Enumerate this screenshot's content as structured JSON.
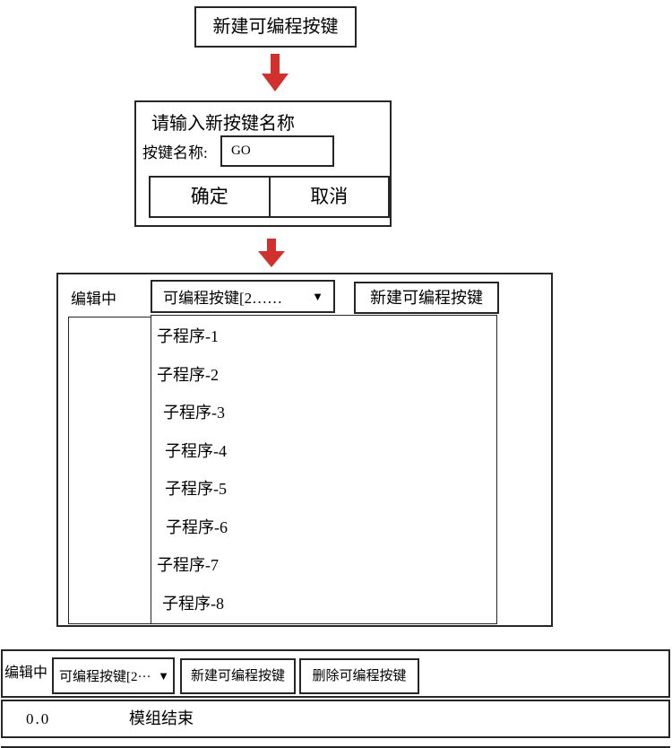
{
  "colors": {
    "line": "#262626",
    "arrow_red": "#d2302c",
    "background": "#ffffff",
    "text": "#000000"
  },
  "flow": {
    "start_button_label": "新建可编程按键"
  },
  "dialog": {
    "title": "请输入新按键名称",
    "name_label": "按键名称:",
    "name_value": "GO",
    "ok_label": "确定",
    "cancel_label": "取消"
  },
  "editor_panel": {
    "status_label": "编辑中",
    "dropdown_label": "可编程按键[2……",
    "dropdown_arrow": "▼",
    "new_button_label": "新建可编程按键",
    "subroutines": [
      "子程序-1",
      "子程序-2",
      "子程序-3",
      "子程序-4",
      "子程序-5",
      "子程序-6",
      "子程序-7",
      "子程序-8"
    ]
  },
  "bottom_bar": {
    "status_label": "编辑中",
    "dropdown_label": "可编程按键[2···",
    "dropdown_arrow": "▼",
    "new_button_label": "新建可编程按键",
    "delete_button_label": "删除可编程按键",
    "program_line": {
      "time": "0.0",
      "instruction": "模组结束"
    }
  }
}
